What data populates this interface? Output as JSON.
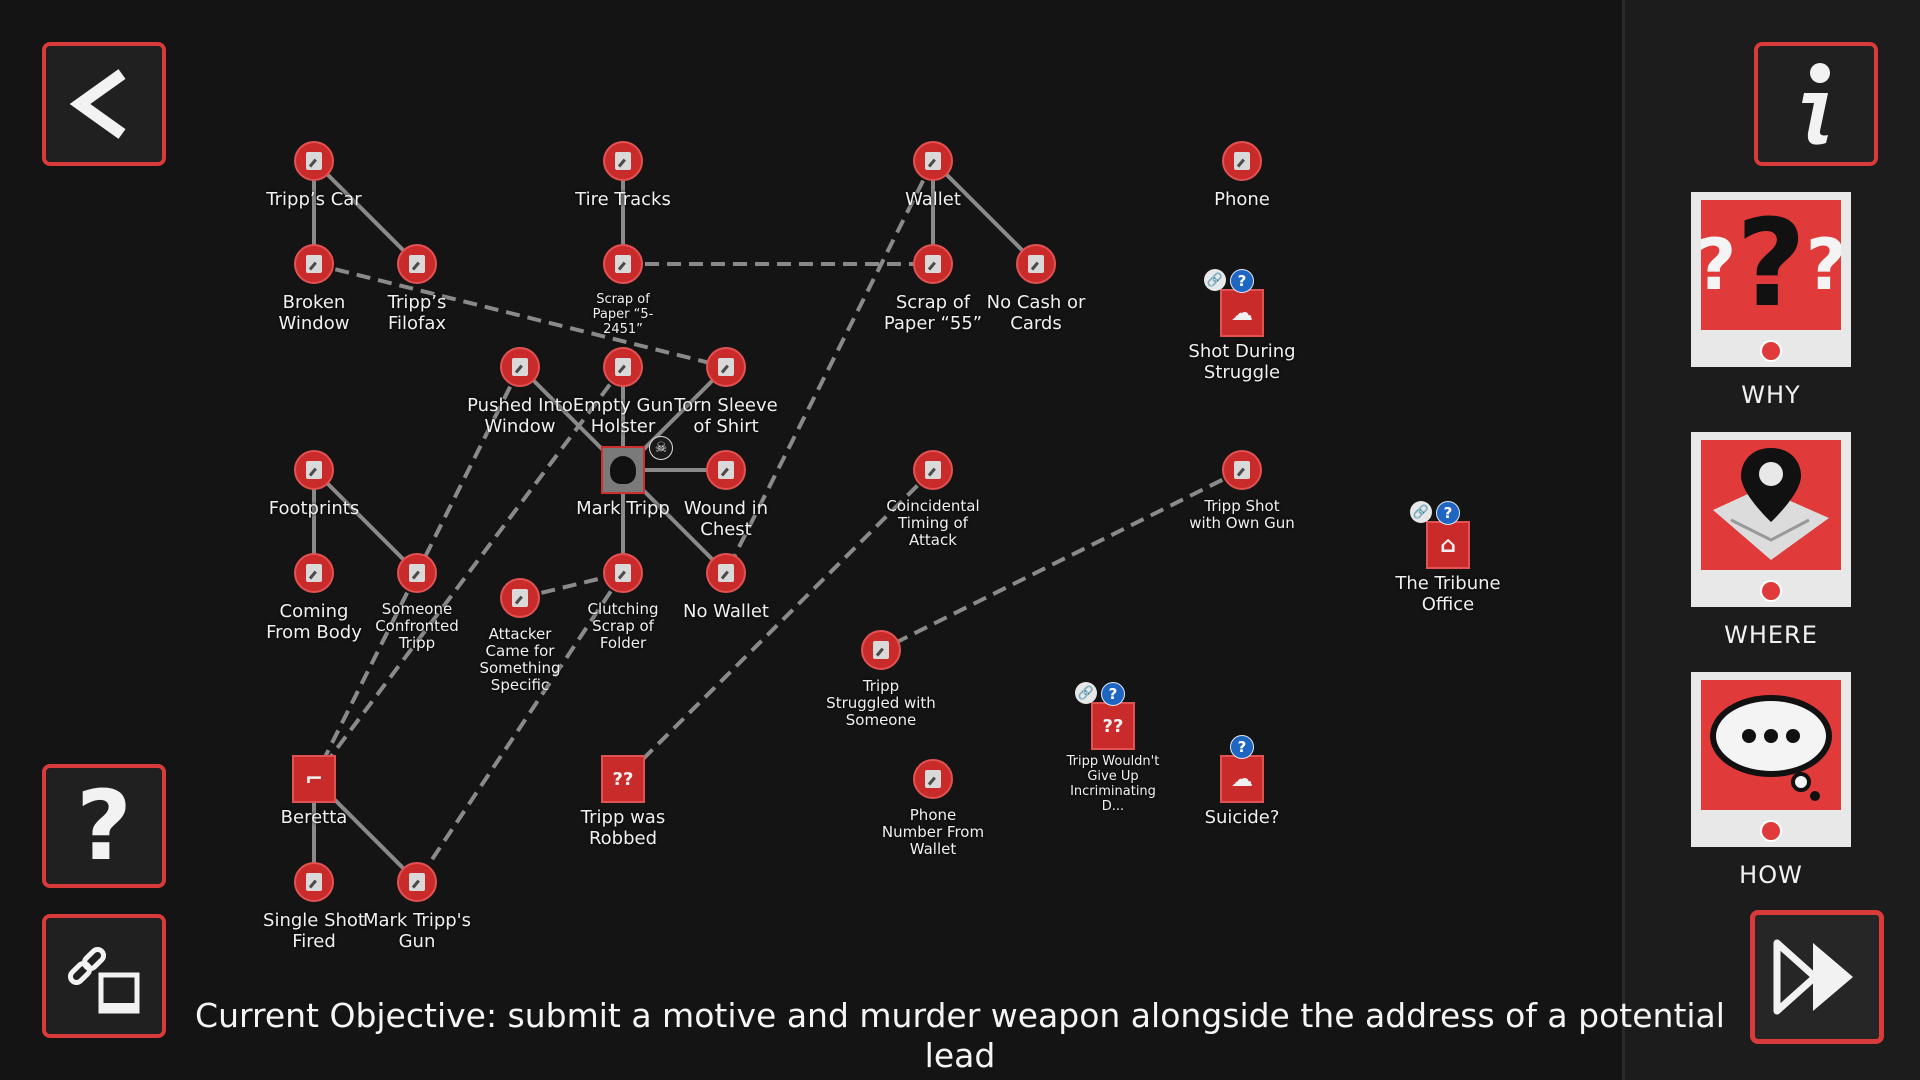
{
  "nav": {
    "back_icon": "chevron-left-icon",
    "info_icon": "info-icon",
    "help_icon": "question-mark-icon",
    "link_icon": "link-icon",
    "continue_icon": "fast-forward-icon"
  },
  "categories": {
    "why": {
      "label": "WHY",
      "icon": "question-marks-icon"
    },
    "where": {
      "label": "WHERE",
      "icon": "map-pin-icon"
    },
    "how": {
      "label": "HOW",
      "icon": "thought-bubble-icon"
    }
  },
  "objective": "Current Objective: submit a motive and murder weapon alongside the address of a potential lead",
  "nodes": {
    "tripps_car": "Tripp’s Car",
    "tire_tracks": "Tire Tracks",
    "wallet": "Wallet",
    "phone": "Phone",
    "broken_window": "Broken Window",
    "tripps_filofax": "Tripp’s Filofax",
    "scrap_5": "Scrap of Paper “5-2451”",
    "scrap_55": "Scrap of Paper “55”",
    "no_cash": "No Cash or Cards",
    "shot_during_struggle": "Shot During Struggle",
    "pushed_window": "Pushed Into Window",
    "empty_holster": "Empty Gun Holster",
    "torn_sleeve": "Torn Sleeve of Shirt",
    "footprints": "Footprints",
    "mark_tripp": "Mark Tripp",
    "wound_chest": "Wound in Chest",
    "coincidental": "Coincidental Timing of Attack",
    "shot_own_gun": "Tripp Shot with Own Gun",
    "tribune_office": "The Tribune Office",
    "coming_from_body": "Coming From Body",
    "someone_confronted": "Someone Confronted Tripp",
    "attacker_specific": "Attacker Came for Something Specific",
    "clutching_scrap": "Clutching Scrap of Folder",
    "no_wallet": "No Wallet",
    "struggled": "Tripp Struggled with Someone",
    "wouldnt_give_up": "Tripp Wouldn't Give Up Incriminating D...",
    "beretta": "Beretta",
    "robbed": "Tripp was Robbed",
    "phone_number": "Phone Number From Wallet",
    "suicide": "Suicide?",
    "single_shot": "Single Shot Fired",
    "tripps_gun": "Mark Tripp's Gun"
  },
  "badges": {
    "question": "?",
    "link": "🔗",
    "skull": "☠",
    "card_question": "??"
  },
  "colors": {
    "accent": "#d93a3a",
    "background": "#141414",
    "link_line": "#8a8a8a",
    "question_badge": "#1f66c2"
  }
}
